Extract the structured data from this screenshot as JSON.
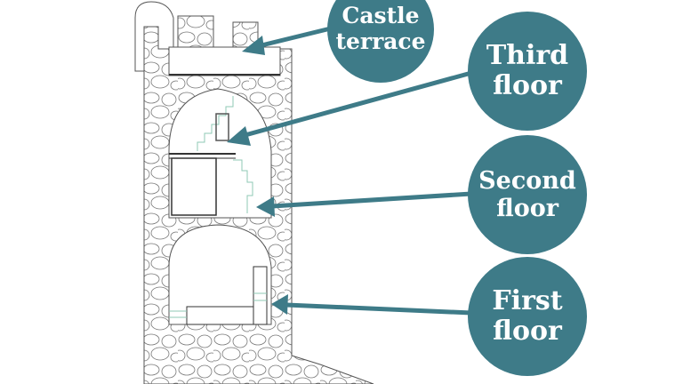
{
  "colors": {
    "accent": "#3e7b88",
    "line": "#555555",
    "stair": "#8fc9b5"
  },
  "labels": [
    {
      "id": "castle-terrace",
      "lines": [
        "Castle",
        "terrace"
      ]
    },
    {
      "id": "third-floor",
      "lines": [
        "Third",
        "floor"
      ]
    },
    {
      "id": "second-floor",
      "lines": [
        "Second",
        "floor"
      ]
    },
    {
      "id": "first-floor",
      "lines": [
        "First",
        "floor"
      ]
    }
  ]
}
